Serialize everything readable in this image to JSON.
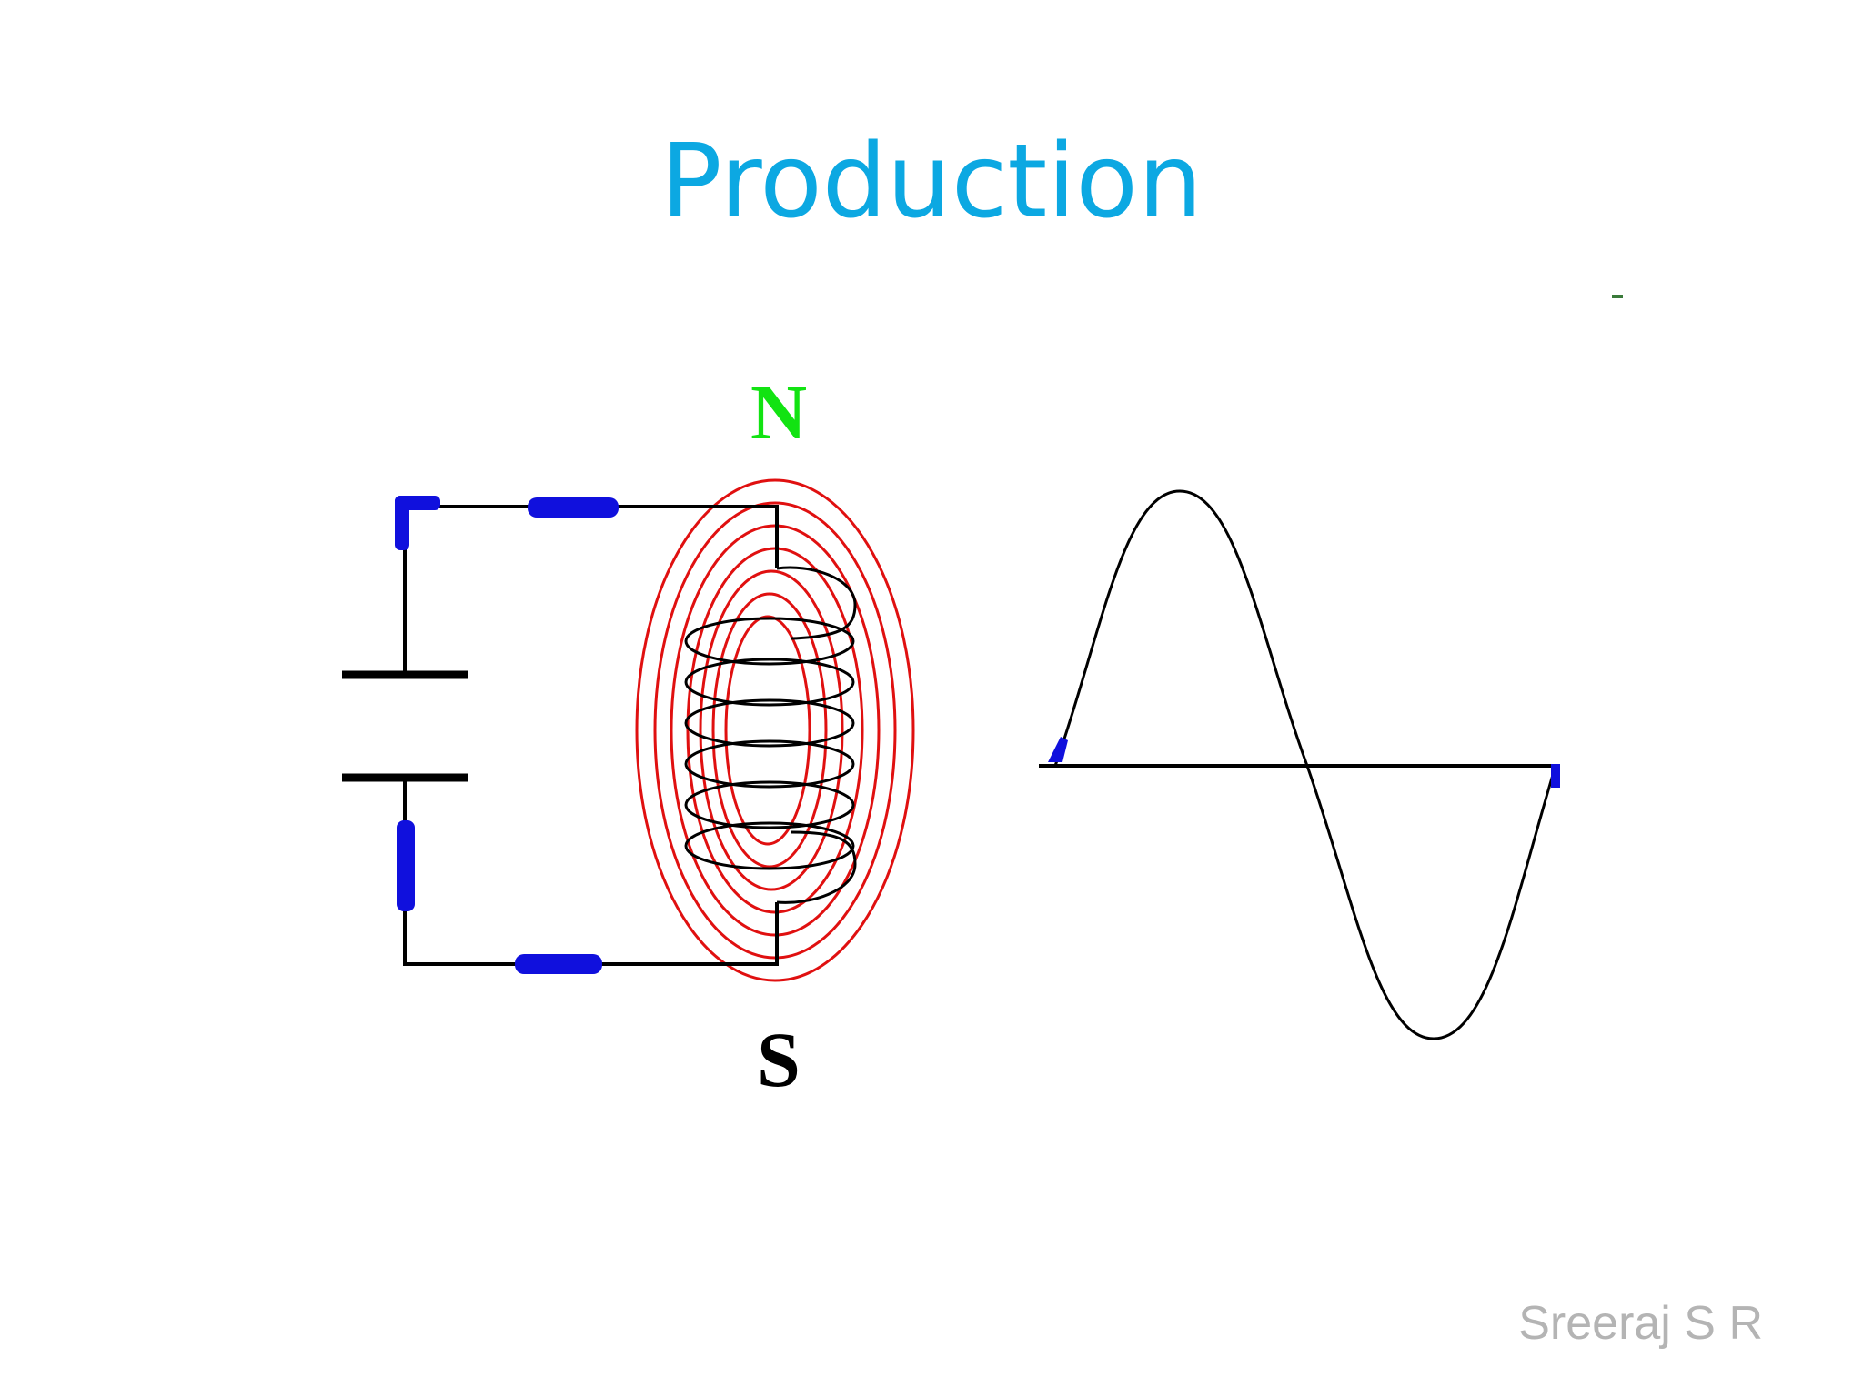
{
  "slide": {
    "title": "Production",
    "author": "Sreeraj S R"
  },
  "diagram": {
    "north_label": "N",
    "south_label": "S",
    "colors": {
      "wire": "#000000",
      "field_lines": "#e01010",
      "current_markers": "#1010dd",
      "north": "#12e312",
      "title": "#0ca8e2"
    },
    "field_loop_count": 7,
    "coil_turn_count": 6
  },
  "waveform": {
    "type": "sine",
    "cycles": 1
  }
}
